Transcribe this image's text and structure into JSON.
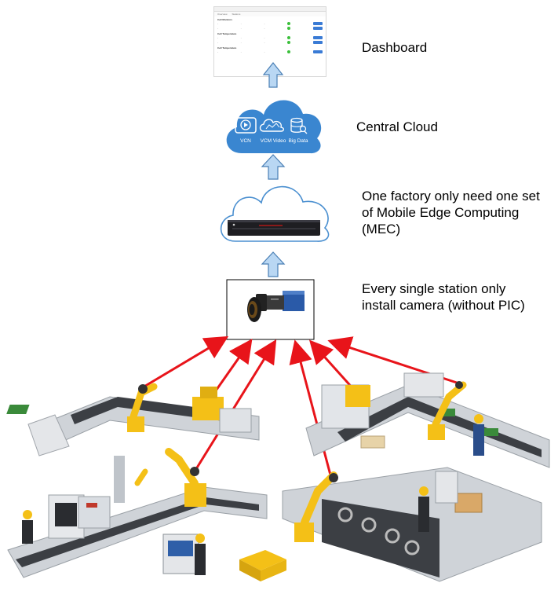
{
  "labels": {
    "dashboard": "Dashboard",
    "central_cloud": "Central Cloud",
    "mec": "One factory only need one set of Mobile Edge Computing (MEC)",
    "camera": "Every single station only install camera (without PIC)"
  },
  "cloud_icons": {
    "vcn": "VCN",
    "vcm_video": "VCM Video",
    "big_data": "Big Data"
  },
  "dashboard_preview": {
    "nav": [
      "Overview",
      "Stations"
    ],
    "sections": [
      "Cell Monitors",
      "Cell Temperature",
      "Cell Temperature"
    ]
  },
  "colors": {
    "arrow_red": "#e8141a",
    "arrow_blue_fill": "#b9d7f3",
    "arrow_blue_stroke": "#4a7fb5",
    "cloud_blue": "#3a86d0",
    "robot_yellow": "#f4c017"
  }
}
